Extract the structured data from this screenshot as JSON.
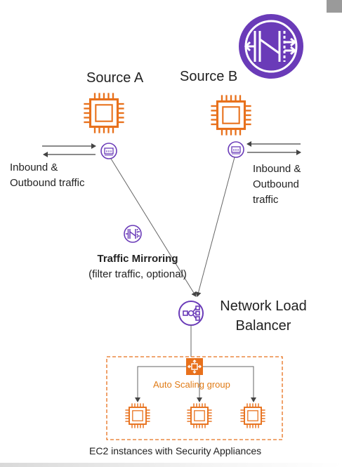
{
  "diagram": {
    "source_a": "Source A",
    "source_b": "Source B",
    "traffic_left": [
      "Inbound &",
      "Outbound traffic"
    ],
    "traffic_right": [
      "Inbound &",
      "Outbound",
      "traffic"
    ],
    "mirroring_title": "Traffic Mirroring",
    "mirroring_sub": "(filter traffic, optional)",
    "nlb": [
      "Network Load",
      "Balancer"
    ],
    "asg": "Auto Scaling group",
    "ec2_caption": "EC2 instances with Security Appliances"
  },
  "colors": {
    "ec2_orange": "#e8711c",
    "aws_purple": "#6a3bb8",
    "line": "#555555"
  },
  "icons": {
    "service": "traffic-mirroring-icon",
    "eni": "network-interface-icon",
    "ec2": "ec2-instance-icon",
    "nlb": "network-load-balancer-icon",
    "asg": "auto-scaling-group-icon"
  }
}
